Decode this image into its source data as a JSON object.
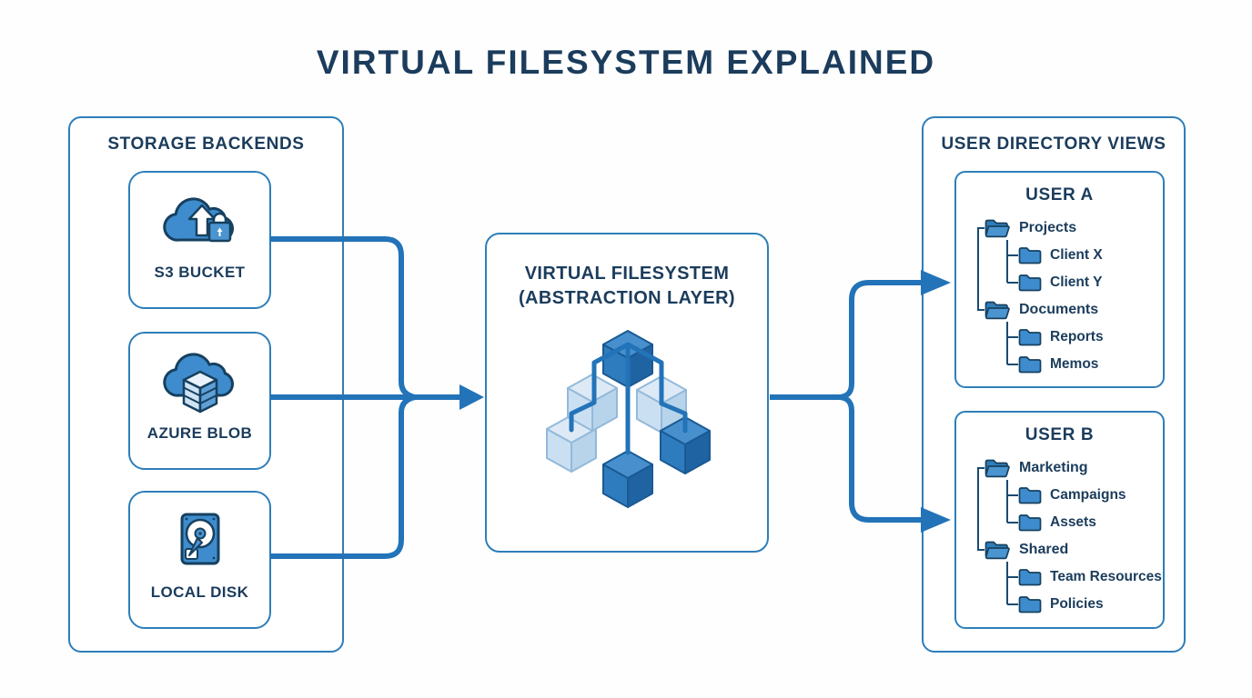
{
  "title": "VIRTUAL FILESYSTEM EXPLAINED",
  "colors": {
    "text_navy": "#1b3c5c",
    "panel_border": "#2e7eba",
    "connector_blue": "#2273b8",
    "icon_blue": "#3e8ccd",
    "icon_outline_navy": "#16405f",
    "light_cube_blue": "#c7ddf1"
  },
  "storage_panel": {
    "title": "STORAGE BACKENDS",
    "items": [
      {
        "label": "S3 BUCKET",
        "icon": "cloud-upload-lock-icon"
      },
      {
        "label": "AZURE BLOB",
        "icon": "cloud-database-icon"
      },
      {
        "label": "LOCAL DISK",
        "icon": "hard-disk-icon"
      }
    ]
  },
  "vfs_panel": {
    "title_line1": "VIRTUAL FILESYSTEM",
    "title_line2": "(ABSTRACTION LAYER)",
    "icon": "isometric-cube-tree-icon"
  },
  "views_panel": {
    "title": "USER DIRECTORY VIEWS",
    "users": [
      {
        "name": "USER A",
        "tree": [
          {
            "label": "Projects",
            "icon": "folder-open-icon",
            "children": [
              {
                "label": "Client X",
                "icon": "folder-icon"
              },
              {
                "label": "Client Y",
                "icon": "folder-icon"
              }
            ]
          },
          {
            "label": "Documents",
            "icon": "folder-open-icon",
            "children": [
              {
                "label": "Reports",
                "icon": "folder-icon"
              },
              {
                "label": "Memos",
                "icon": "folder-icon"
              }
            ]
          }
        ]
      },
      {
        "name": "USER B",
        "tree": [
          {
            "label": "Marketing",
            "icon": "folder-open-icon",
            "children": [
              {
                "label": "Campaigns",
                "icon": "folder-icon"
              },
              {
                "label": "Assets",
                "icon": "folder-icon"
              }
            ]
          },
          {
            "label": "Shared",
            "icon": "folder-open-icon",
            "children": [
              {
                "label": "Team Resources",
                "icon": "folder-icon"
              },
              {
                "label": "Policies",
                "icon": "folder-icon"
              }
            ]
          }
        ]
      }
    ]
  }
}
